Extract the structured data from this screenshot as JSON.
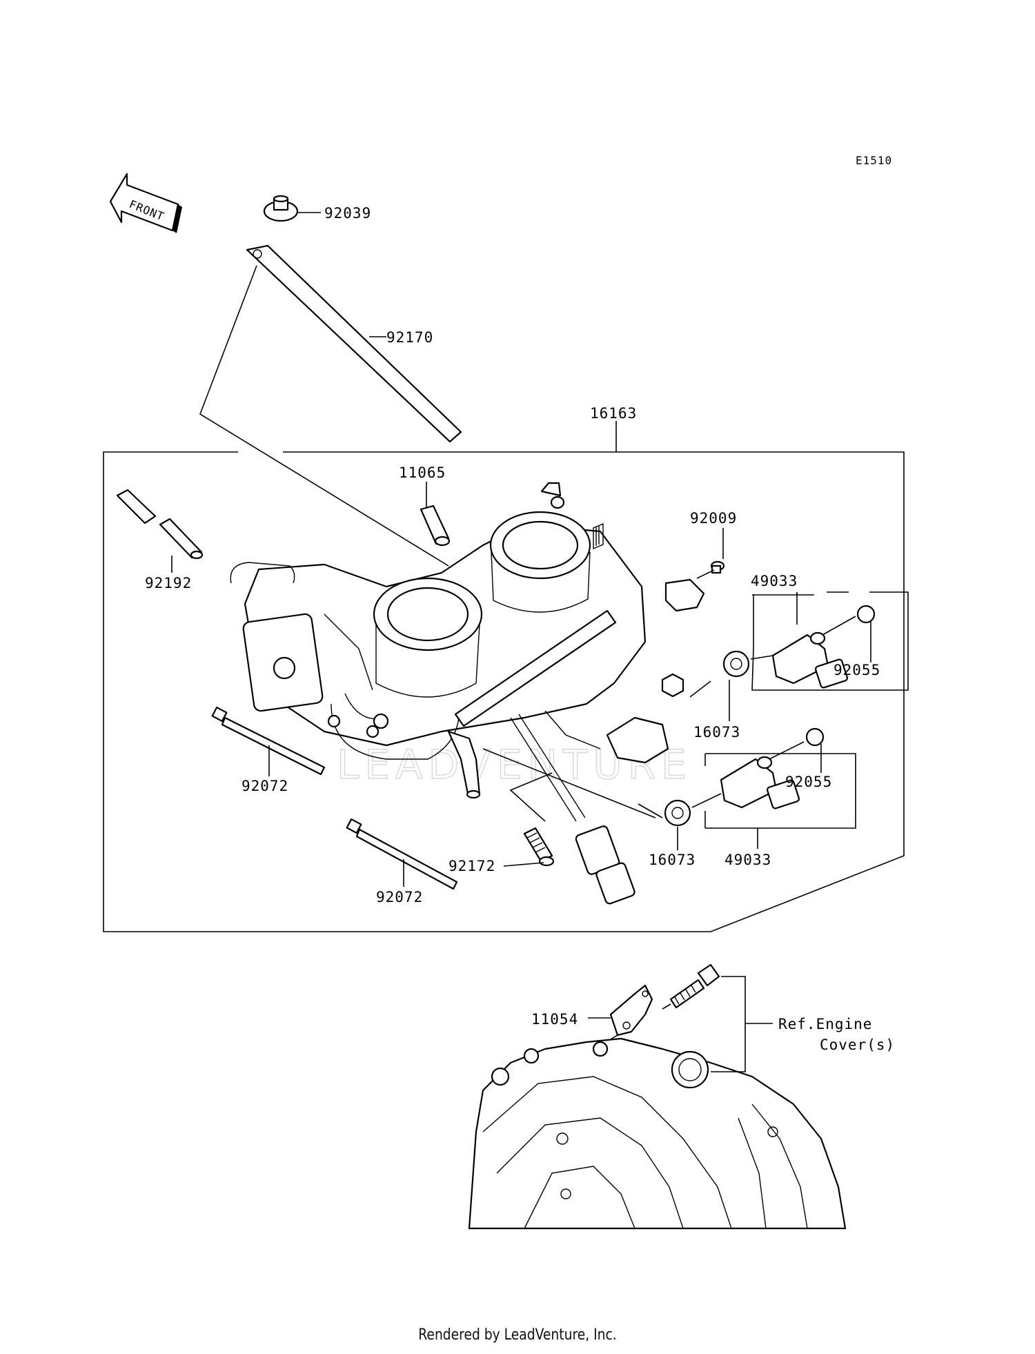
{
  "diagram_code": "E1510",
  "front_label": "FRONT",
  "watermark": "LEADVENTURE",
  "callouts": {
    "p92039": "92039",
    "p92170": "92170",
    "p16163": "16163",
    "p11065": "11065",
    "p92009": "92009",
    "p49033_top": "49033",
    "p92055_top": "92055",
    "p92192": "92192",
    "p16073_top": "16073",
    "p92072_left": "92072",
    "p92055_bot": "92055",
    "p92172": "92172",
    "p16073_bot": "16073",
    "p49033_bot": "49033",
    "p92072_bot": "92072",
    "p11054": "11054"
  },
  "reference": {
    "line1": "Ref.Engine",
    "line2": "Cover(s)"
  },
  "footer": "Rendered by LeadVenture, Inc."
}
